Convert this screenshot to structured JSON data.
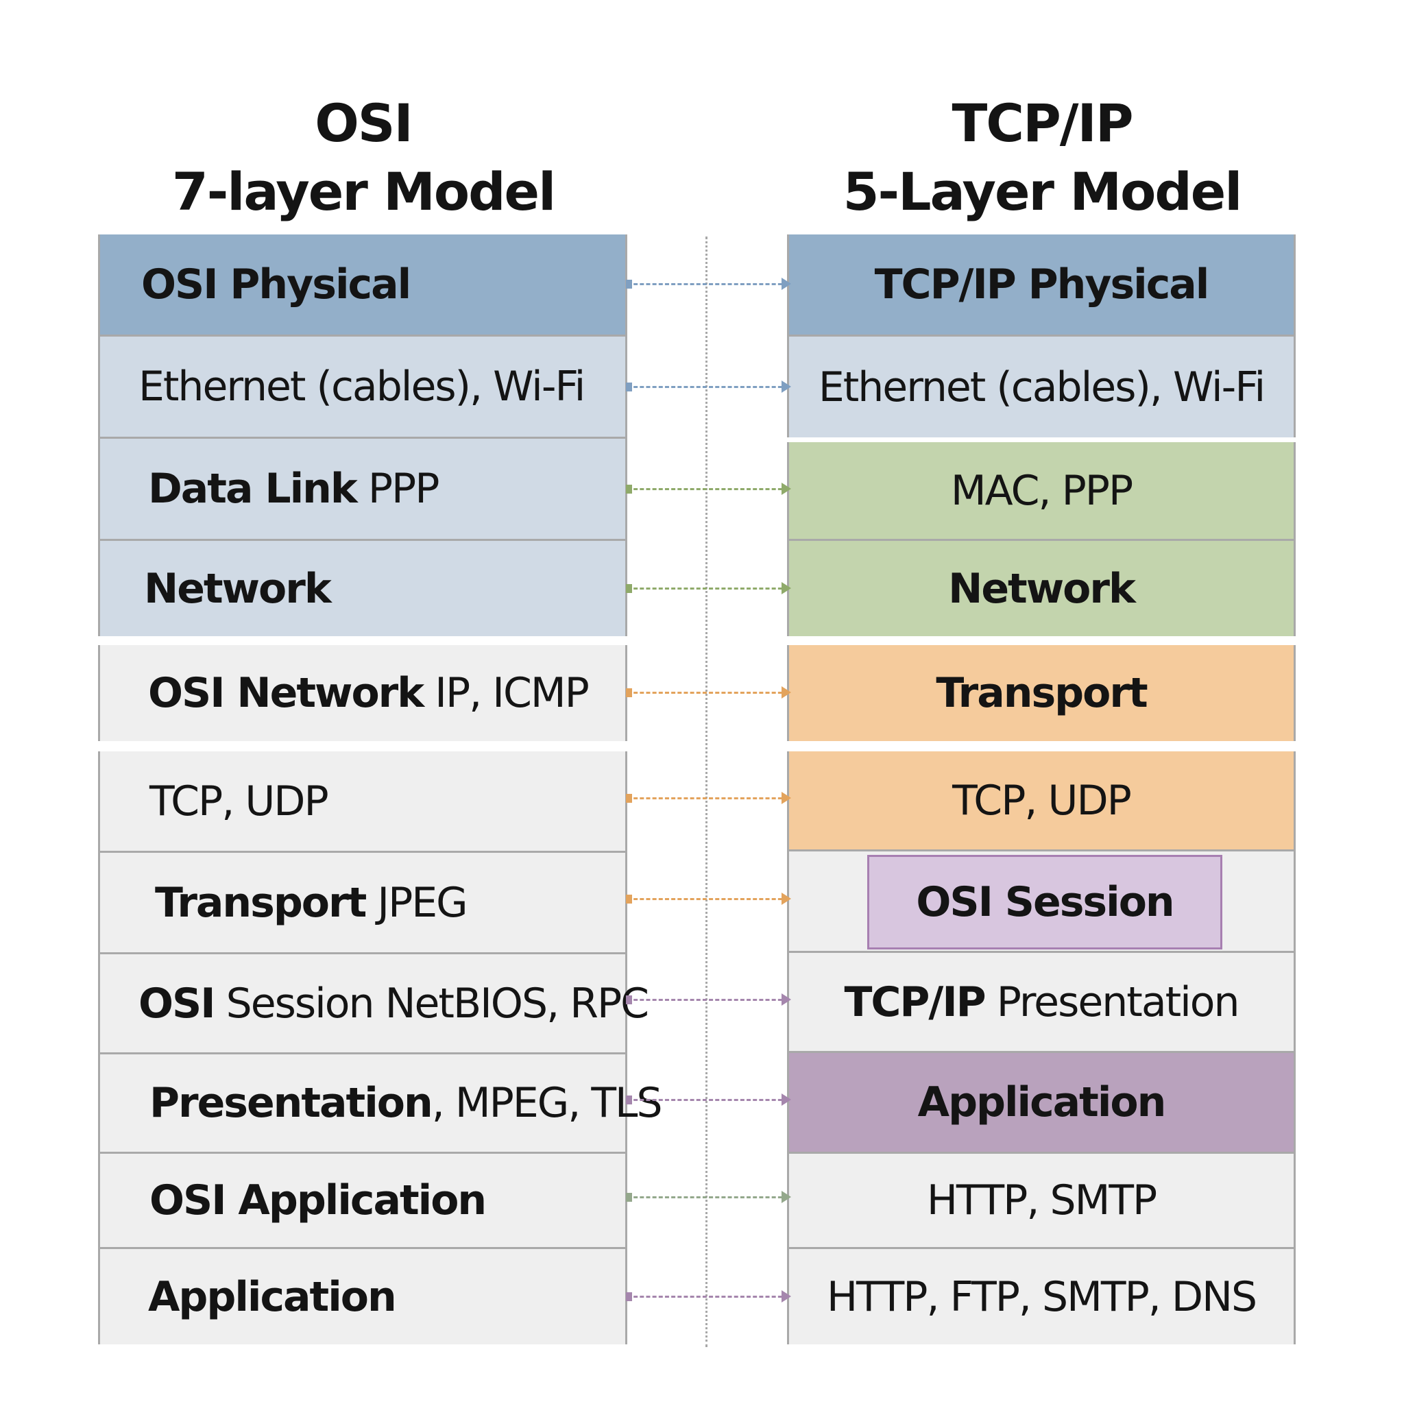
{
  "headings": {
    "osi": {
      "line1": "OSI",
      "line2": "7-layer Model"
    },
    "tcpip": {
      "line1": "TCP/IP",
      "line2": "5-Layer Model"
    }
  },
  "osi_rows": [
    {
      "bold": "OSI Physical",
      "normal": "",
      "bg": "#93afc9"
    },
    {
      "bold": "",
      "normal": "Ethernet (cables), Wi-Fi",
      "bg": "#d0dae5"
    },
    {
      "bold": "Data Link",
      "normal": " PPP",
      "bg": "#d0dae5"
    },
    {
      "bold": "Network",
      "normal": "",
      "bg": "#d0dae5"
    },
    {
      "bold": "OSI Network",
      "normal": " IP, ICMP",
      "bg": "#efefef"
    },
    {
      "bold": "",
      "normal": "TCP, UDP",
      "bg": "#efefef"
    },
    {
      "bold": "Transport",
      "normal": " JPEG",
      "bg": "#efefef"
    },
    {
      "bold": "OSI",
      "normal": " Session NetBIOS, RPC",
      "bg": "#efefef"
    },
    {
      "bold": "Presentation",
      "normal": ", MPEG, TLS",
      "bg": "#efefef"
    },
    {
      "bold": "OSI Application",
      "normal": "",
      "bg": "#efefef"
    },
    {
      "bold": "Application",
      "normal": "",
      "bg": "#efefef"
    }
  ],
  "tcpip_rows": [
    {
      "bold": "TCP/IP Physical",
      "normal": "",
      "bg": "#93afc9"
    },
    {
      "bold": "",
      "normal": "Ethernet (cables), Wi-Fi",
      "bg": "#d0dae5"
    },
    {
      "bold": "",
      "normal": "MAC, PPP",
      "bg": "#c3d4ad"
    },
    {
      "bold": "Network",
      "normal": "",
      "bg": "#c3d4ad"
    },
    {
      "bold": "Transport",
      "normal": "",
      "bg": "#f5cb9c"
    },
    {
      "bold": "",
      "normal": "TCP, UDP",
      "bg": "#f5cb9c"
    },
    {
      "bold": "",
      "normal": "",
      "bg": "#efefef"
    },
    {
      "bold": "TCP/IP",
      "normal": " Presentation",
      "bg": "#efefef"
    },
    {
      "bold": "Application",
      "normal": "",
      "bg": "#b9a2bd"
    },
    {
      "bold": "",
      "normal": "HTTP, SMTP",
      "bg": "#efefef"
    },
    {
      "bold": "",
      "normal": "HTTP, FTP, SMTP, DNS",
      "bg": "#efefef"
    }
  ],
  "session_box": {
    "label": "OSI Session"
  },
  "connector_colors": [
    "blue",
    "blue",
    "green",
    "blue-green",
    "orange",
    "orange",
    "orange",
    "purple",
    "purple",
    "green-gray",
    "purple"
  ]
}
